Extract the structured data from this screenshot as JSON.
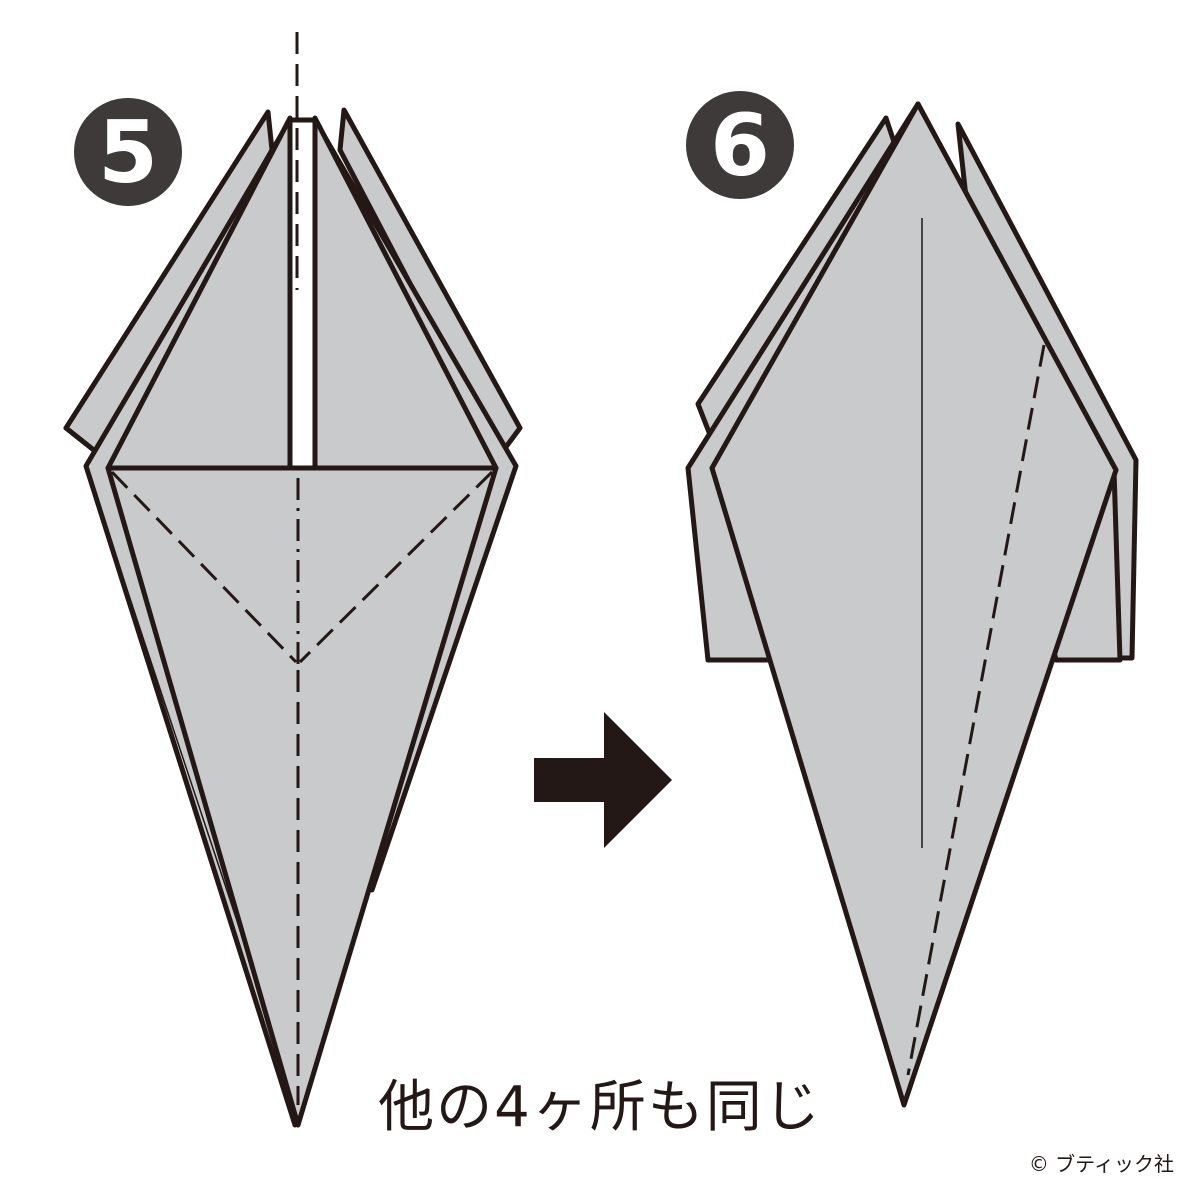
{
  "steps": [
    {
      "number": "5",
      "icon": "circled-number-5-icon"
    },
    {
      "number": "6",
      "icon": "circled-number-6-icon"
    }
  ],
  "note": "他の4ヶ所も同じ",
  "copyright": "© ブティック社",
  "colors": {
    "paper": "#c9cacb",
    "outline": "#231815",
    "badge": "#3e3a39",
    "arrow": "#231815",
    "background": "#ffffff"
  }
}
